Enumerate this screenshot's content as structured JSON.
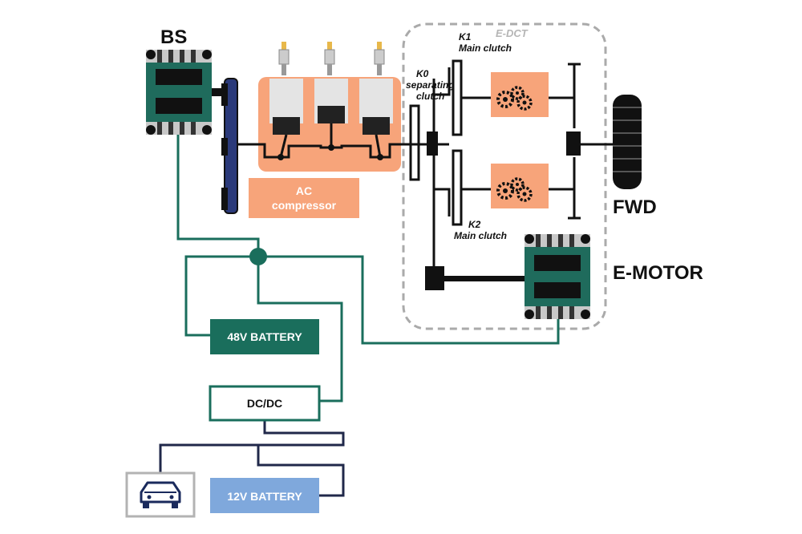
{
  "labels": {
    "bs": "BS",
    "fwd": "FWD",
    "emotor": "E-MOTOR",
    "edct": "E-DCT",
    "k0_line1": "K0",
    "k0_line2": "separating",
    "k0_line3": "clutch",
    "k1_line1": "K1",
    "k1_line2": "Main clutch",
    "k2_line1": "K2",
    "k2_line2": "Main clutch",
    "ac_line1": "AC",
    "ac_line2": "compressor",
    "battery48": "48V BATTERY",
    "dcdc": "DC/DC",
    "battery12": "12V BATTERY"
  },
  "icons": [
    "car-icon",
    "gear-icon",
    "spark-plug-icon",
    "wheel-icon"
  ],
  "colors": {
    "teal": "#1a6e5c",
    "orange": "#f7a47a",
    "navy": "#20284a",
    "light_blue": "#7fa8dc",
    "dash": "#aaaaaa"
  }
}
